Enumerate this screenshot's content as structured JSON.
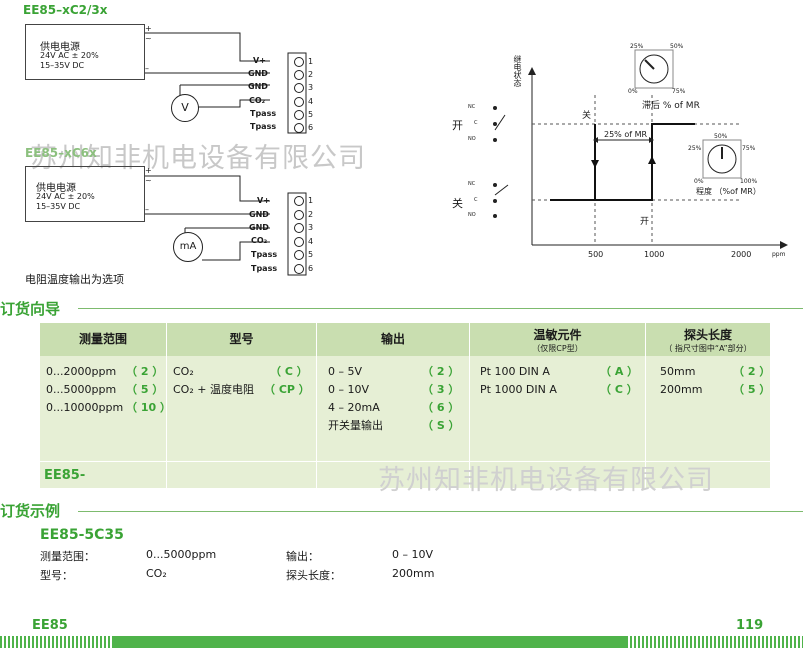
{
  "diagram1": {
    "title": "EE85–xC2/3x",
    "supply_title": "供电电源",
    "supply_ac": "24V AC ± 20%",
    "supply_dc": "15–35V DC",
    "plus": "+",
    "tilde": "~",
    "minus": "–",
    "meter": "V",
    "terminals": [
      "V+",
      "GND",
      "GND",
      "CO₂",
      "Tpass",
      "Tpass"
    ],
    "numbers": [
      "1",
      "2",
      "3",
      "4",
      "5",
      "6"
    ]
  },
  "diagram2": {
    "title": "EE85–xC6x",
    "supply_title": "供电电源",
    "supply_ac": "24V AC ± 20%",
    "supply_dc": "15–35V DC",
    "meter": "mA",
    "terminals": [
      "V+",
      "GND",
      "GND",
      "CO₂",
      "Tpass",
      "Tpass"
    ],
    "numbers": [
      "1",
      "2",
      "3",
      "4",
      "5",
      "6"
    ],
    "caption": "电阻温度输出为选项"
  },
  "watermark": "苏州知非机电设备有限公司",
  "switch_chart": {
    "ylabel": "继电状态",
    "open_label": "开",
    "close_label": "关",
    "nc": "NC",
    "c": "C",
    "no": "NO",
    "guan": "关",
    "kai": "开",
    "hysteresis": "25% of MR",
    "xticks": [
      "500",
      "1000",
      "2000"
    ],
    "xunit": "ppm",
    "dial1": {
      "p25": "25%",
      "p50": "50%",
      "p0": "0%",
      "p75": "75%",
      "caption": "滞后 % of MR"
    },
    "dial2": {
      "p50": "50%",
      "p25": "25%",
      "p75": "75%",
      "p0": "0%",
      "p100": "100%",
      "caption": "程度 （%of MR）"
    }
  },
  "order_guide": {
    "title": "订货向导",
    "headers": [
      {
        "label": "测量范围",
        "sub": ""
      },
      {
        "label": "型号",
        "sub": ""
      },
      {
        "label": "输出",
        "sub": ""
      },
      {
        "label": "温敏元件",
        "sub": "（仅限CP型）"
      },
      {
        "label": "探头长度",
        "sub": "（ 指尺寸图中“A”部分）"
      }
    ],
    "col1": [
      {
        "t": "0...2000ppm",
        "c": "（ 2 ）"
      },
      {
        "t": "0...5000ppm",
        "c": "（ 5 ）"
      },
      {
        "t": "0...10000ppm",
        "c": "（ 10 ）"
      }
    ],
    "col2": [
      {
        "t": "CO₂",
        "c": "（ C ）"
      },
      {
        "t": "CO₂ + 温度电阻",
        "c": "（ CP ）"
      }
    ],
    "col3": [
      {
        "t": "0 – 5V",
        "c": "（ 2 ）"
      },
      {
        "t": "0 – 10V",
        "c": "（ 3 ）"
      },
      {
        "t": "4 – 20mA",
        "c": "（ 6 ）"
      },
      {
        "t": "开关量输出",
        "c": "（ S ）"
      }
    ],
    "col4": [
      {
        "t": "Pt 100 DIN A",
        "c": "（ A ）"
      },
      {
        "t": "Pt 1000 DIN A",
        "c": "（ C ）"
      }
    ],
    "col5": [
      {
        "t": "50mm",
        "c": "（ 2 ）"
      },
      {
        "t": "200mm",
        "c": "（ 5 ）"
      }
    ],
    "model_prefix": "EE85-"
  },
  "order_example": {
    "title": "订货示例",
    "code": "EE85-5C35",
    "rows": [
      {
        "k1": "测量范围：",
        "v1": "0...5000ppm",
        "k2": "输出：",
        "v2": "0 – 10V"
      },
      {
        "k1": "型号：",
        "v1": "CO₂",
        "k2": "探头长度：",
        "v2": "200mm"
      }
    ]
  },
  "footer": {
    "product": "EE85",
    "page": "119"
  },
  "colors": {
    "accent": "#3aa335",
    "table_bg": "#e6efd5",
    "header_bg": "#c9deb0"
  }
}
